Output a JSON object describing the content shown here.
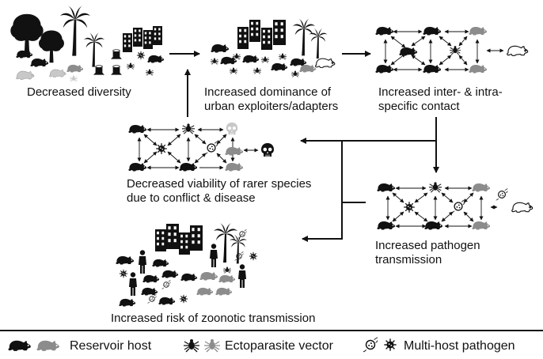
{
  "labels": {
    "decreased_diversity": "Decreased diversity",
    "urban_dominance_1": "Increased dominance of",
    "urban_dominance_2": "urban exploiters/adapters",
    "contact_1": "Increased inter- & intra-",
    "contact_2": "specific contact",
    "viability_1": "Decreased viability of rarer species",
    "viability_2": "due to conflict & disease",
    "transmission_1": "Increased pathogen",
    "transmission_2": "transmission",
    "zoonotic": "Increased risk of zoonotic transmission"
  },
  "legend": {
    "reservoir_host": "Reservoir host",
    "ectoparasite_vector": "Ectoparasite vector",
    "multi_host_pathogen": "Multi-host pathogen"
  },
  "colors": {
    "black": "#111111",
    "gray": "#8c8c8c",
    "light_gray": "#c8c8c8"
  },
  "icons": [
    "rodent-icon",
    "tick-icon",
    "virus-icon",
    "bacterium-icon",
    "skull-icon",
    "tree-icon",
    "palm-icon",
    "building-icon",
    "person-icon",
    "tree-stump-icon"
  ]
}
